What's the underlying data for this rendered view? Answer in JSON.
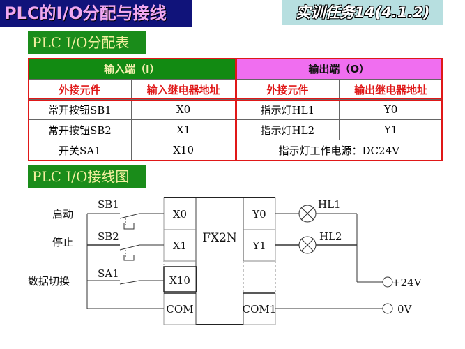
{
  "header": {
    "title": "PLC的I/O分配与接线",
    "task": "实训任务14(4.1.2)"
  },
  "table_section": {
    "label": "PLC I/O分配表",
    "input_header": "输入端（I）",
    "output_header": "输出端（O）",
    "columns": [
      "外接元件",
      "输入继电器地址",
      "外接元件",
      "输出继电器地址"
    ],
    "rows": [
      [
        "常开按钮SB1",
        "X0",
        "指示灯HL1",
        "Y0"
      ],
      [
        "常开按钮SB2",
        "X1",
        "指示灯HL2",
        "Y1"
      ],
      [
        "开关SA1",
        "X10"
      ]
    ],
    "power_note": "指示灯工作电源：DC24V"
  },
  "diagram": {
    "label": "PLC I/O接线图",
    "left_labels": [
      "启动",
      "停止",
      "数据切换"
    ],
    "switches": [
      "SB1",
      "SB2",
      "SA1"
    ],
    "inputs": [
      "X0",
      "X1",
      "X10",
      "COM"
    ],
    "plc_model": "FX2N",
    "outputs": [
      "Y0",
      "Y1",
      "COM1"
    ],
    "lamps": [
      "HL1",
      "HL2"
    ],
    "supply": [
      "+24V",
      "0V"
    ]
  },
  "colors": {
    "title_bg": "#10137a",
    "green": "#1a8c1a",
    "magenta": "#f06ef0",
    "red": "#e01818"
  }
}
